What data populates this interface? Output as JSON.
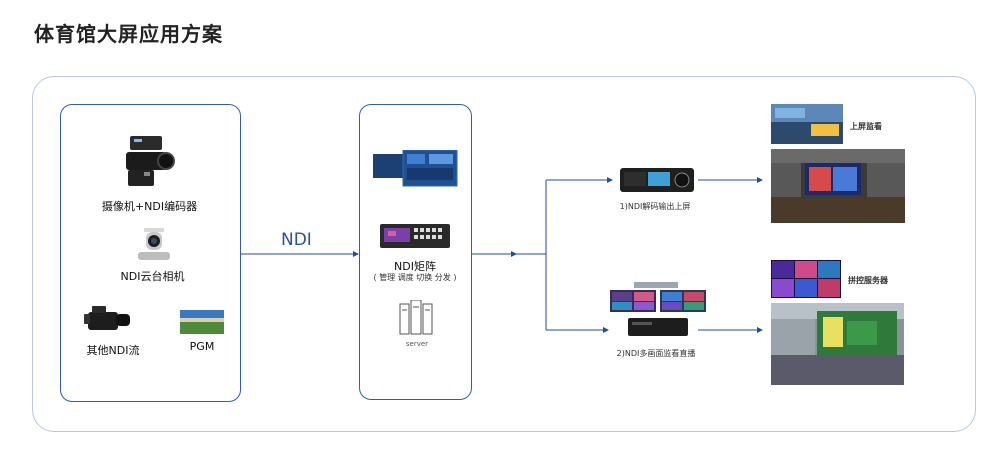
{
  "title": "体育馆大屏应用方案",
  "sources": {
    "camera_encoder": "摄像机+NDI编码器",
    "ptz_camera": "NDI云台相机",
    "other_ndi": "其他NDI流",
    "pgm": "PGM"
  },
  "edge_label": "NDI",
  "matrix": {
    "label": "NDI矩阵",
    "functions": "( 管理 调度 切换 分发 )",
    "server_label": "server"
  },
  "outputs": {
    "decode": "1)NDI解码输出上屏",
    "multiview": "2)NDI多画面监看直播"
  },
  "displays": {
    "top_monitor": "上屏监看",
    "splice_server": "拼控服务器"
  },
  "colors": {
    "accent": "#2f5db5",
    "line": "#1f4fa0",
    "frame": "#b9c6e6"
  }
}
